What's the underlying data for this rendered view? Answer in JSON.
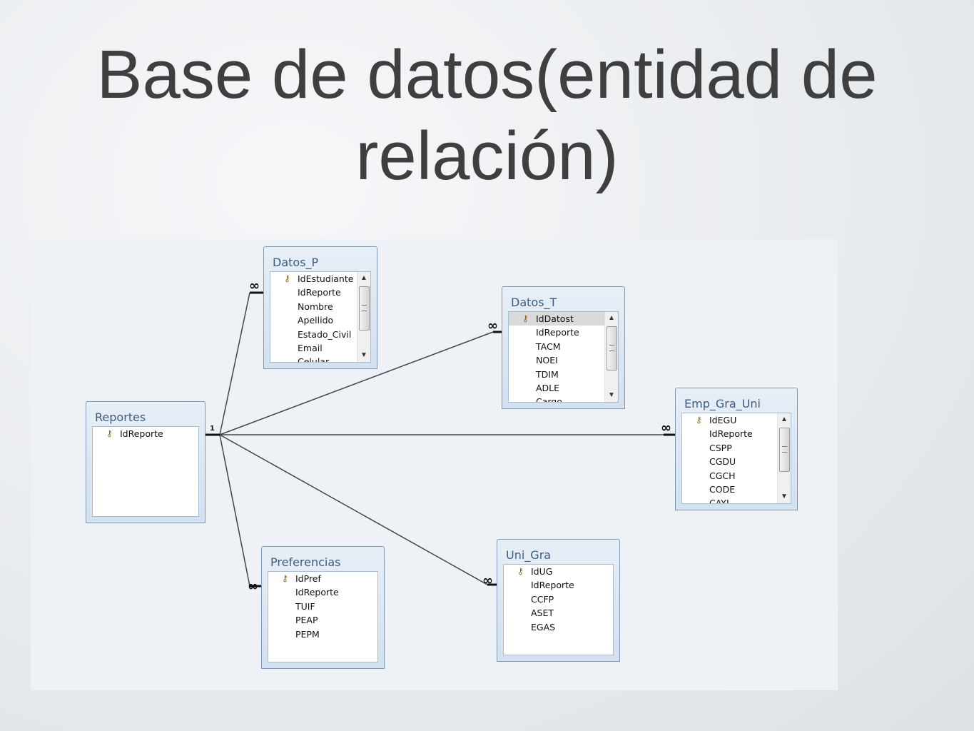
{
  "slide": {
    "title_line1": "Base de datos(entidad de",
    "title_line2": "relación)"
  },
  "colors": {
    "line": "#444444",
    "table_border": "#7e9ab7",
    "table_title": "#3d5c82"
  },
  "cardinality": {
    "one": "1",
    "many": "∞"
  },
  "tables": {
    "reportes": {
      "name": "Reportes",
      "fields": [
        "IdReporte"
      ],
      "key_field": "IdReporte"
    },
    "datos_p": {
      "name": "Datos_P",
      "fields": [
        "IdEstudiante",
        "IdReporte",
        "Nombre",
        "Apellido",
        "Estado_Civil",
        "Email",
        "Celular"
      ],
      "key_field": "IdEstudiante"
    },
    "datos_t": {
      "name": "Datos_T",
      "fields": [
        "IdDatost",
        "IdReporte",
        "TACM",
        "NOEI",
        "TDIM",
        "ADLE",
        "Cargo"
      ],
      "key_field": "IdDatost"
    },
    "emp_gra_uni": {
      "name": "Emp_Gra_Uni",
      "fields": [
        "IdEGU",
        "IdReporte",
        "CSPP",
        "CGDU",
        "CGCH",
        "CODE",
        "CAYL"
      ],
      "key_field": "IdEGU"
    },
    "preferencias": {
      "name": "Preferencias",
      "fields": [
        "IdPref",
        "IdReporte",
        "TUIF",
        "PEAP",
        "PEPM"
      ],
      "key_field": "IdPref"
    },
    "uni_gra": {
      "name": "Uni_Gra",
      "fields": [
        "IdUG",
        "IdReporte",
        "CCFP",
        "ASET",
        "EGAS"
      ],
      "key_field": "IdUG"
    }
  }
}
